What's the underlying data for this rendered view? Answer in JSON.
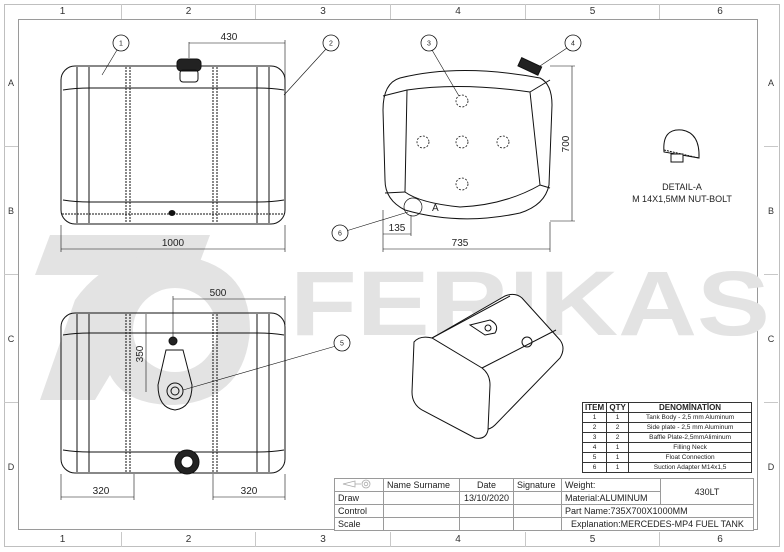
{
  "sheet": {
    "zone_columns": [
      "1",
      "2",
      "3",
      "4",
      "5",
      "6"
    ],
    "zone_rows": [
      "A",
      "B",
      "C",
      "D"
    ],
    "watermark": "FERIKAS"
  },
  "views": {
    "front": {
      "dimensions": {
        "filler_offset": "430",
        "length": "1000"
      },
      "balloons": [
        "1",
        "2"
      ]
    },
    "side": {
      "dimensions": {
        "height": "700",
        "width": "735",
        "adapter_offset": "135"
      },
      "balloons": [
        "3",
        "4",
        "6"
      ],
      "detail_marker": "A"
    },
    "top": {
      "dimensions": {
        "float_offset": "500",
        "float_depth": "350",
        "left_band": "320",
        "right_band": "320"
      },
      "balloons": [
        "5"
      ]
    },
    "detail": {
      "title": "DETAIL-A",
      "subtitle": "M 14X1,5MM NUT-BOLT"
    }
  },
  "bom": {
    "headers": [
      "ITEM",
      "QTY",
      "DENOMİNATİON"
    ],
    "rows": [
      {
        "item": "1",
        "qty": "1",
        "denomination": "Tank Body - 2,5 mm Aluminum"
      },
      {
        "item": "2",
        "qty": "2",
        "denomination": "Side plate - 2,5 mm Aluminum"
      },
      {
        "item": "3",
        "qty": "2",
        "denomination": "Baffle Plate-2,5mmAliminum"
      },
      {
        "item": "4",
        "qty": "1",
        "denomination": "Filling Neck"
      },
      {
        "item": "5",
        "qty": "1",
        "denomination": "Float Connection"
      },
      {
        "item": "6",
        "qty": "1",
        "denomination": "Suction Adapter M14x1,5"
      }
    ]
  },
  "title_block": {
    "headers": {
      "name": "Name Surname",
      "date": "Date",
      "signature": "Signature"
    },
    "rows": [
      {
        "label": "Draw",
        "name": "",
        "date": "13/10/2020",
        "signature": ""
      },
      {
        "label": "Control",
        "name": "",
        "date": "",
        "signature": ""
      },
      {
        "label": "Scale",
        "name": "",
        "date": "",
        "signature": ""
      }
    ],
    "weight_label": "Weight:",
    "weight_value": "430LT",
    "material": "Material:ALUMINUM",
    "part_name": "Part Name:735X700X1000MM",
    "explanation": "Explanation:MERCEDES-MP4 FUEL TANK"
  }
}
